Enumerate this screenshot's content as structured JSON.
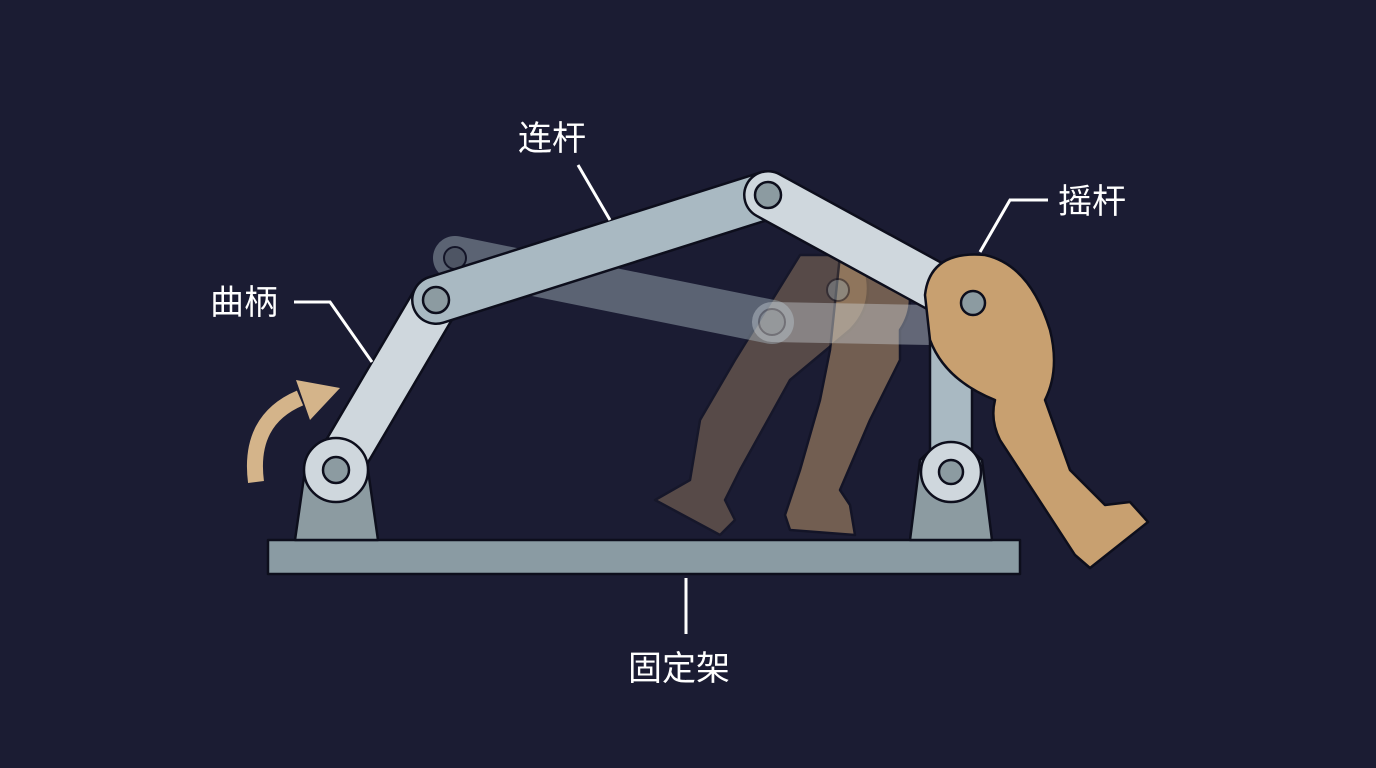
{
  "labels": {
    "crank": "曲柄",
    "coupler": "连杆",
    "rocker": "摇杆",
    "frame": "固定架"
  },
  "colors": {
    "background": "#1b1c33",
    "link_light": "#cfd7dd",
    "link_mid": "#a9b9c2",
    "frame": "#8a9ba3",
    "support": "#8c9ba1",
    "leg": "#c8a070",
    "arrow": "#d4b48a",
    "outline": "#0d0e1c"
  }
}
